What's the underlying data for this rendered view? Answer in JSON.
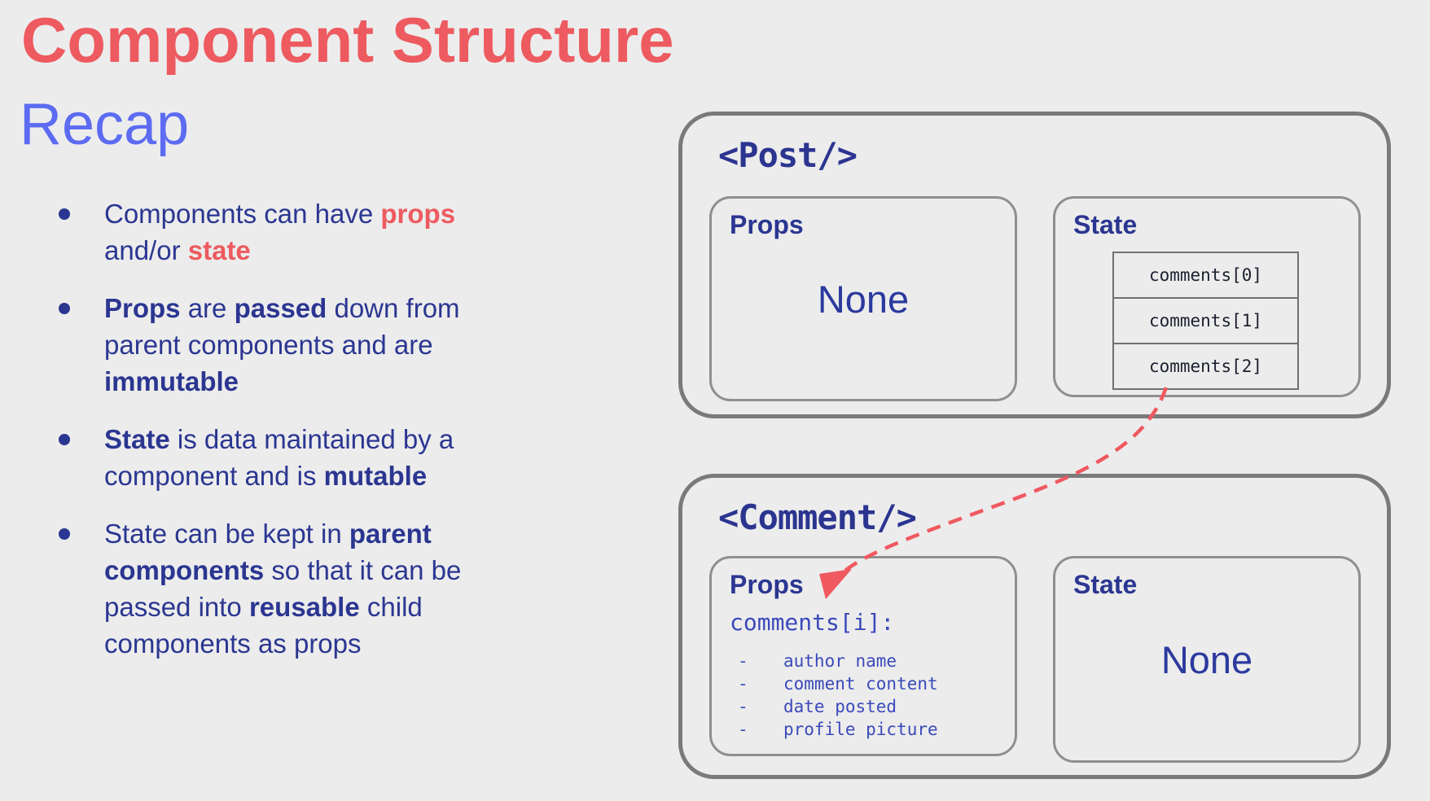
{
  "header": {
    "title": "Component Structure",
    "subtitle": "Recap"
  },
  "colors": {
    "background": "#ececec",
    "accent_red": "#ed5a5f",
    "accent_periwinkle": "#5c6bf2",
    "body_blue": "#2b3691",
    "mono_blue": "#3b49bb",
    "cell_text": "#1c2130",
    "box_border": "#7a7a7a",
    "arrow_red": "#f0595f"
  },
  "bullets": [
    {
      "lines": [
        [
          {
            "t": "Components can have "
          },
          {
            "t": "props",
            "b": true,
            "r": true
          }
        ],
        [
          {
            "t": "and/or "
          },
          {
            "t": "state",
            "b": true,
            "r": true
          }
        ]
      ]
    },
    {
      "lines": [
        [
          {
            "t": "Props",
            "b": true
          },
          {
            "t": " are "
          },
          {
            "t": "passed",
            "b": true
          },
          {
            "t": " down from"
          }
        ],
        [
          {
            "t": "parent components and are"
          }
        ],
        [
          {
            "t": "immutable",
            "b": true
          }
        ]
      ]
    },
    {
      "lines": [
        [
          {
            "t": "State",
            "b": true
          },
          {
            "t": " is data maintained by a"
          }
        ],
        [
          {
            "t": "component and is "
          },
          {
            "t": "mutable",
            "b": true
          }
        ]
      ]
    },
    {
      "lines": [
        [
          {
            "t": "State can be kept in "
          },
          {
            "t": "parent",
            "b": true
          }
        ],
        [
          {
            "t": "components",
            "b": true
          },
          {
            "t": " so that it can be"
          }
        ],
        [
          {
            "t": "passed into "
          },
          {
            "t": "reusable",
            "b": true
          },
          {
            "t": " child"
          }
        ],
        [
          {
            "t": "components as props"
          }
        ]
      ]
    }
  ],
  "post": {
    "title": "<Post/>",
    "props_label": "Props",
    "props_value": "None",
    "state_label": "State",
    "state_items": [
      "comments[0]",
      "comments[1]",
      "comments[2]"
    ]
  },
  "comment": {
    "title": "<Comment/>",
    "props_label": "Props",
    "props_heading": "comments[i]:",
    "props_item_marker": "-",
    "props_items": [
      "author name",
      "comment content",
      "date posted",
      "profile picture"
    ],
    "state_label": "State",
    "state_value": "None"
  }
}
